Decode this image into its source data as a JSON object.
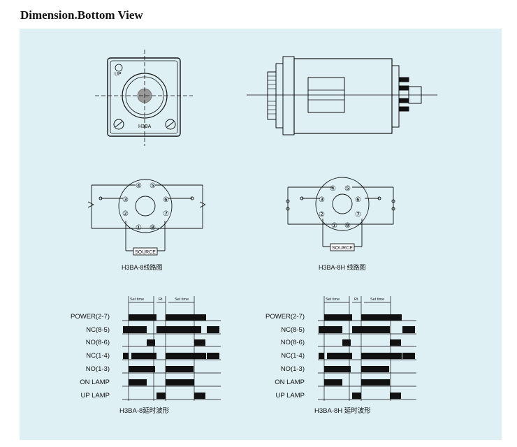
{
  "page": {
    "title": "Dimension.Bottom View"
  },
  "top_view": {
    "mark_up": "UP",
    "model": "H3BA"
  },
  "wiring_left": {
    "caption": "H3BA-8线路图",
    "source_label": "SOURCE",
    "pins": [
      "①",
      "②",
      "③",
      "④",
      "⑤",
      "⑥",
      "⑦",
      "⑧"
    ]
  },
  "wiring_right": {
    "caption": "H3BA-8H 线路图",
    "source_label": "SOURCE",
    "pins": [
      "①",
      "②",
      "③",
      "④",
      "⑤",
      "⑥",
      "⑦",
      "⑧"
    ]
  },
  "timing": {
    "header_set_time": "Set time",
    "header_rt": "Rt",
    "rows": [
      "POWER(2-7)",
      "NC(8-5)",
      "NO(8-6)",
      "NC(1-4)",
      "NO(1-3)",
      "ON LAMP",
      "UP LAMP"
    ],
    "caption_left": "H3BA-8延时波形",
    "caption_right": "H3BA-8H 延时波形"
  }
}
